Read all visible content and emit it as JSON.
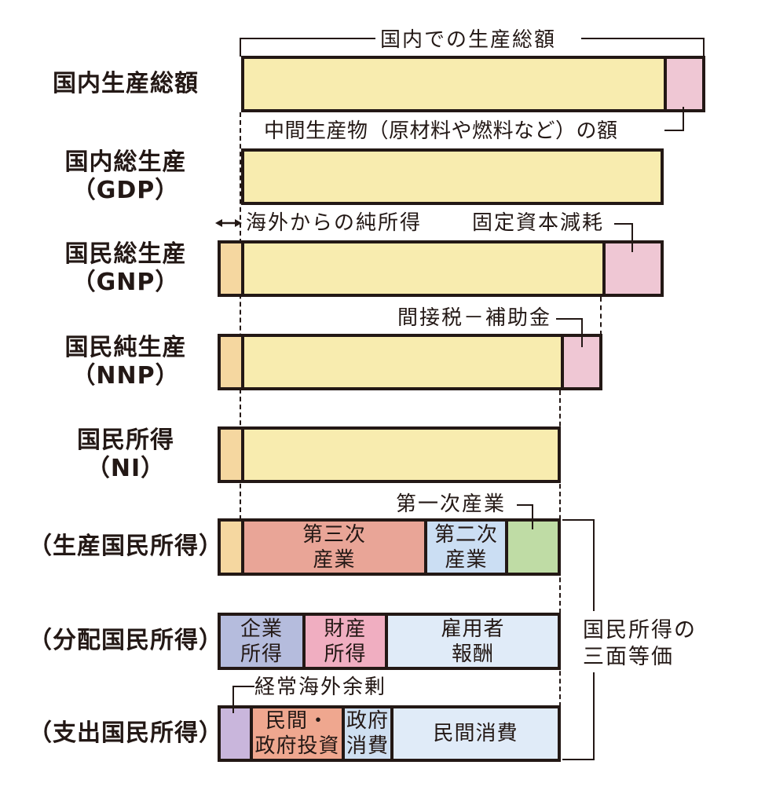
{
  "diagram_title_implicit": "国民所得の相互関係図",
  "palette": {
    "yellow_production": "#F8ECAF",
    "orange_net_income_abroad": "#F5D7A0",
    "pink_deduction": "#EFC7D4",
    "salmon_tertiary": "#E9A597",
    "salmon_investment": "#EFA78F",
    "blue_secondary": "#CBDEF3",
    "green_primary": "#BFDCA5",
    "lavender_corporate": "#B5BCDD",
    "pink_property": "#F0AEC1",
    "lightblue_employee": "#E0EBF8",
    "blue_government": "#CEDFF1",
    "purple_surplus": "#C9B6DC",
    "line": "#231815",
    "background": "#FFFFFF"
  },
  "rows": [
    {
      "label": "国内生産総額",
      "segments": [
        {
          "name": "domestic-production-total",
          "label": "",
          "color": "#F8ECAF"
        },
        {
          "name": "intermediate-goods-amount",
          "label": "",
          "color": "#EFC7D4"
        }
      ]
    },
    {
      "label": "国内総生産\n（GDP）",
      "segments": [
        {
          "name": "gdp-value",
          "label": "",
          "color": "#F8ECAF"
        }
      ]
    },
    {
      "label": "国民総生産\n（GNP）",
      "segments": [
        {
          "name": "net-income-from-abroad",
          "label": "",
          "color": "#F5D7A0"
        },
        {
          "name": "gnp-domestic-part",
          "label": "",
          "color": "#F8ECAF"
        },
        {
          "name": "fixed-capital-depreciation",
          "label": "",
          "color": "#EFC7D4"
        }
      ]
    },
    {
      "label": "国民純生産\n（NNP）",
      "segments": [
        {
          "name": "net-income-from-abroad",
          "label": "",
          "color": "#F5D7A0"
        },
        {
          "name": "nnp-main",
          "label": "",
          "color": "#F8ECAF"
        },
        {
          "name": "indirect-tax-minus-subsidy",
          "label": "",
          "color": "#EFC7D4"
        }
      ]
    },
    {
      "label": "国民所得\n（NI）",
      "segments": [
        {
          "name": "net-income-from-abroad",
          "label": "",
          "color": "#F5D7A0"
        },
        {
          "name": "national-income-main",
          "label": "",
          "color": "#F8ECAF"
        }
      ]
    },
    {
      "label": "（生産国民所得）",
      "segments": [
        {
          "name": "net-income-from-abroad",
          "label": "",
          "color": "#F5D7A0"
        },
        {
          "name": "tertiary-industry",
          "label": "第三次\n産業",
          "color": "#E9A597"
        },
        {
          "name": "secondary-industry",
          "label": "第二次\n産業",
          "color": "#CBDEF3"
        },
        {
          "name": "primary-industry",
          "label": "",
          "color": "#BFDCA5"
        }
      ]
    },
    {
      "label": "（分配国民所得）",
      "segments": [
        {
          "name": "corporate-income",
          "label": "企業\n所得",
          "color": "#B5BCDD"
        },
        {
          "name": "property-income",
          "label": "財産\n所得",
          "color": "#F0AEC1"
        },
        {
          "name": "employee-compensation",
          "label": "雇用者\n報酬",
          "color": "#E0EBF8"
        }
      ]
    },
    {
      "label": "（支出国民所得）",
      "segments": [
        {
          "name": "current-overseas-surplus",
          "label": "",
          "color": "#C9B6DC"
        },
        {
          "name": "private-government-investment",
          "label": "民間・\n政府投資",
          "color": "#EFA78F"
        },
        {
          "name": "government-consumption",
          "label": "政府\n消費",
          "color": "#CEDFF1"
        },
        {
          "name": "private-consumption",
          "label": "民間消費",
          "color": "#E0EBF8"
        }
      ]
    }
  ],
  "annotations": {
    "gross_domestic_output": "国内での生産総額",
    "intermediate_goods": "中間生産物（原材料や燃料など）の額",
    "net_income_from_abroad": "海外からの純所得",
    "fixed_capital_depreciation": "固定資本減耗",
    "indirect_tax_minus_subsidy": "間接税－補助金",
    "primary_industry": "第一次産業",
    "current_overseas_surplus": "経常海外余剰",
    "three_way_equivalence": "国民所得の\n三面等価"
  }
}
